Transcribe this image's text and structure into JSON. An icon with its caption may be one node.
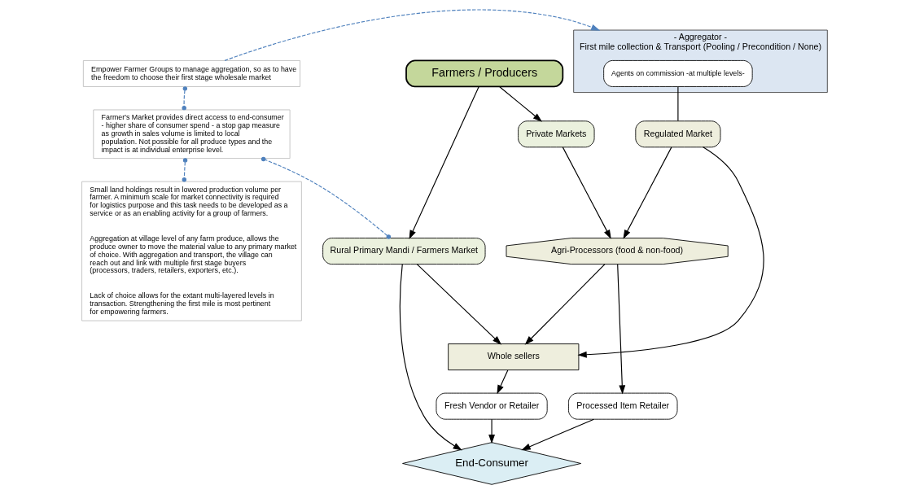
{
  "diagram": {
    "nodes": [
      {
        "text": [
          "Farmers / Producers"
        ]
      },
      {
        "text": [
          "- Aggregator -",
          "First mile collection & Transport (Pooling / Precondition / None)"
        ]
      },
      {
        "text": [
          "Private Markets"
        ]
      },
      {
        "text": [
          "Agents on commission -at multiple levels-"
        ],
        "in": 1
      },
      {
        "text": [
          "Rural Primary Mandi / Farmers Market"
        ]
      },
      {
        "text": [
          "Agri-Processors (food & non-food)"
        ]
      },
      {
        "text": [
          "Regulated Market"
        ]
      },
      {
        "text": [
          "Whole sellers"
        ]
      },
      {
        "text": [
          "Processed Item Retailer"
        ]
      },
      {
        "text": [
          "Fresh Vendor or Retailer"
        ]
      },
      {
        "text": [
          "End-Consumer"
        ]
      },
      {
        "text": [
          "Empower Farmer Groups to manage aggregation, so as to have the freedom to choose their first stage wholesale market"
        ]
      },
      {
        "text": [
          "Farmer's Market provides direct access to end-consumer - higher share of consumer spend - a stop gap measure as growth in sales volume is limited to local population. Not possible for all produce types and the impact is at individual enterprise level."
        ]
      },
      {
        "text": [
          "Small land holdings result in lowered production volume per farmer. A minimum scale for market connectivity is required for logistics purpose and this task needs to be developed as a service or as an enabling activity for a group of farmers.",
          "Aggregation at village level of any farm produce, allows the produce owner to move the material value to any primary market of choice. With aggregation and transport, the village can reach out and link with multiple first stage buyers (processors, traders, retailers, exporters, etc.).",
          "Lack of choice allows for the extant multi-layered levels in transaction. Strengthening the first mile is most pertinent for empowering farmers."
        ]
      }
    ],
    "edges": [
      {
        "from": 0,
        "to": 2,
        "arrow": "to"
      },
      {
        "from": 0,
        "to": 4,
        "arrow": "to"
      },
      {
        "from": 2,
        "to": 5,
        "arrow": "to"
      },
      {
        "from": 3,
        "to": 6,
        "arrow": "none"
      },
      {
        "from": 6,
        "to": 5,
        "arrow": "to"
      },
      {
        "from": 6,
        "to": 7,
        "arrow": "to"
      },
      {
        "from": 5,
        "to": 7,
        "arrow": "to"
      },
      {
        "from": 4,
        "to": 7,
        "arrow": "to"
      },
      {
        "from": 5,
        "to": 8,
        "arrow": "to"
      },
      {
        "from": 7,
        "to": 9,
        "arrow": "to"
      },
      {
        "from": 9,
        "to": 10,
        "arrow": "to"
      },
      {
        "from": 8,
        "to": 10,
        "arrow": "to"
      },
      {
        "from": 4,
        "to": 10,
        "arrow": "to"
      },
      {
        "from": 11,
        "to": 1,
        "arrow": "to",
        "style": "dashed",
        "color": "#4f81bd"
      },
      {
        "from": 11,
        "to": 12,
        "arrow": "other",
        "style": "dashed",
        "color": "#4f81bd"
      },
      {
        "from": 4,
        "to": 12,
        "arrow": "other",
        "style": "dashed",
        "color": "#4f81bd"
      },
      {
        "from": 12,
        "to": 13,
        "arrow": "other",
        "style": "dashed",
        "color": "#4f81bd"
      }
    ]
  }
}
